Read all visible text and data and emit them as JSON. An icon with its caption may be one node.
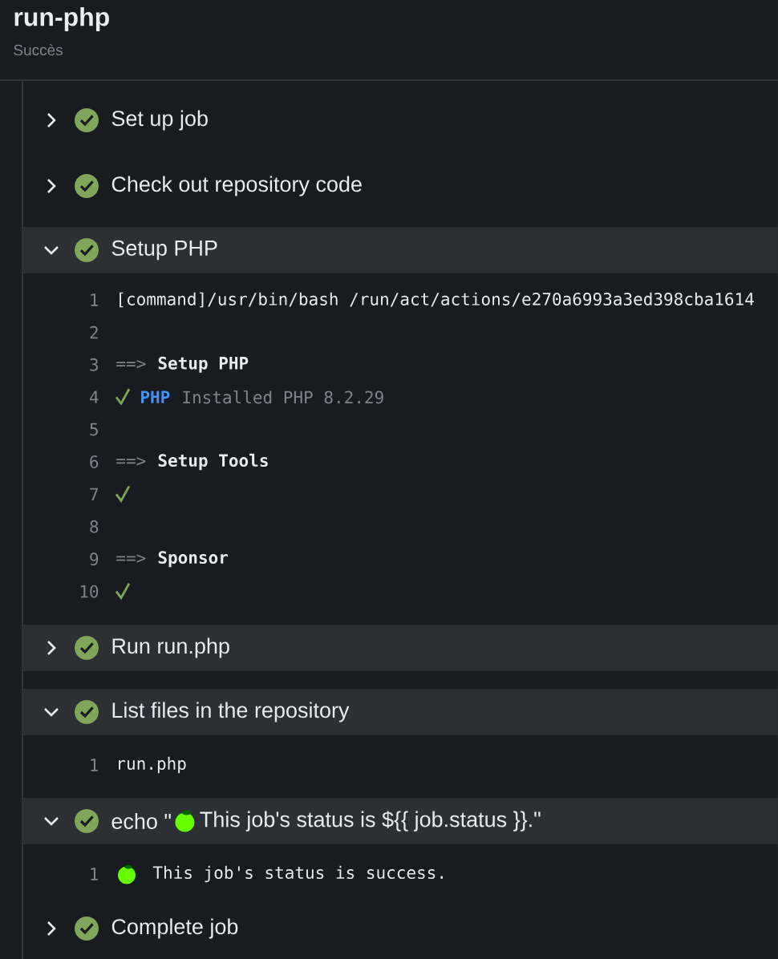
{
  "diagram": {
    "title": "run-php",
    "nodes": [
      {
        "text": [
          "Set up job"
        ]
      },
      {
        "text": [
          "Check out repository code"
        ]
      },
      {
        "text": [
          "Setup PHP"
        ]
      },
      {
        "text": [
          "Run run.php"
        ]
      },
      {
        "text": [
          "List files in the repository"
        ]
      },
      {
        "text": [
          "echo \"",
          "This job's status is ${{ job.status }}.\""
        ]
      },
      {
        "text": [
          "Complete job"
        ]
      }
    ],
    "labels": [
      "Succès",
      "1",
      "[command]/usr/bin/bash /run/act/actions/e270a6993a3ed398cba1614",
      "2",
      "3",
      "==>",
      "Setup PHP",
      "4",
      "PHP",
      "Installed PHP 8.2.29",
      "5",
      "6",
      "==>",
      "Setup Tools",
      "7",
      "8",
      "9",
      "==>",
      "Sponsor",
      "10",
      "1",
      "run.php",
      "1",
      "This job's status is success."
    ]
  }
}
